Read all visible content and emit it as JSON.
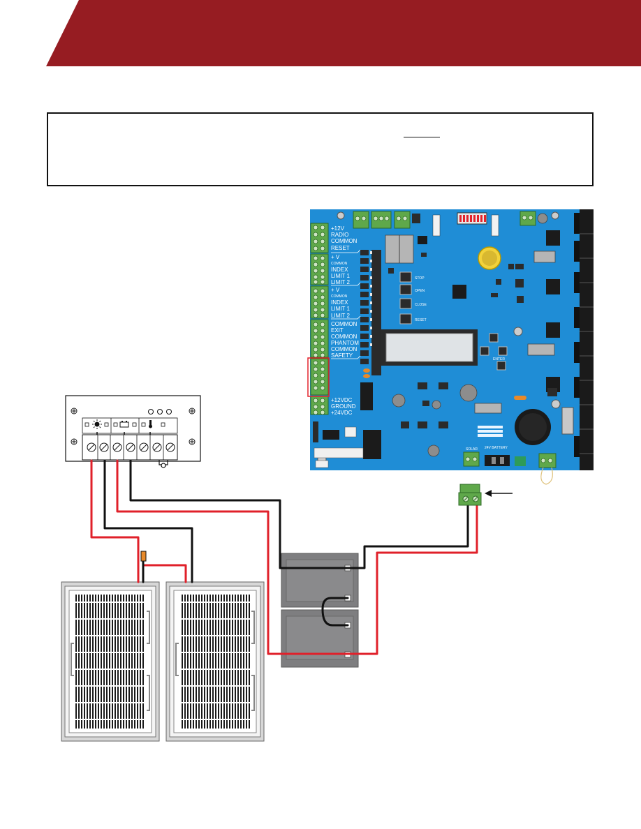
{
  "colors": {
    "banner": "#961C22",
    "board": "#1F8DD6",
    "terminal": "#5FA84A",
    "wire_red": "#E0202A",
    "wire_black": "#111111",
    "battery": "#7E7E80",
    "panel_frame": "#D7D7D7",
    "highlight": "#E4232B"
  },
  "board": {
    "left_labels": [
      {
        "text": "+12V",
        "size": "lg"
      },
      {
        "text": "RADIO",
        "size": "lg"
      },
      {
        "text": "COMMON",
        "size": "lg"
      },
      {
        "text": "RESET",
        "size": "lg"
      },
      {
        "text": "+  V",
        "size": "lg"
      },
      {
        "text": "COMMON",
        "size": "sm"
      },
      {
        "text": "INDEX",
        "size": "lg"
      },
      {
        "text": "LIMIT  1",
        "size": "lg"
      },
      {
        "text": "LIMIT  2",
        "size": "lg"
      },
      {
        "text": "+  V",
        "size": "lg"
      },
      {
        "text": "COMMON",
        "size": "sm"
      },
      {
        "text": "INDEX",
        "size": "lg"
      },
      {
        "text": "LIMIT  1",
        "size": "lg"
      },
      {
        "text": "LIMIT  2",
        "size": "lg"
      },
      {
        "text": "COMMON",
        "size": "lg"
      },
      {
        "text": "EXIT",
        "size": "lg"
      },
      {
        "text": "COMMON",
        "size": "lg"
      },
      {
        "text": "PHANTOM",
        "size": "lg"
      },
      {
        "text": "COMMON",
        "size": "lg"
      },
      {
        "text": "SAFETY",
        "size": "lg"
      },
      {
        "text": "+12VDC",
        "size": "lg"
      },
      {
        "text": "GROUND",
        "size": "lg"
      },
      {
        "text": "+24VDC",
        "size": "lg"
      }
    ],
    "button_labels": [
      "STOP",
      "OPEN",
      "CLOSE",
      "RESET"
    ],
    "enter_label": "ENTER",
    "solar_label": "SOLAR",
    "battery_label": "24V BATTERY"
  }
}
